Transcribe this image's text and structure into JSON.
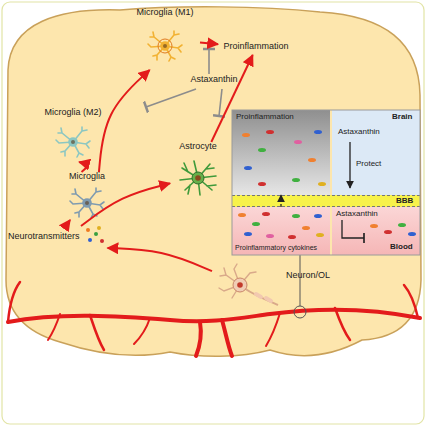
{
  "diagram": {
    "nodes": [
      {
        "text": [
          "Microglia (M1)"
        ]
      },
      {
        "text": [
          "Proinflammation"
        ]
      },
      {
        "text": [
          "Astaxanthin"
        ]
      },
      {
        "text": [
          "Microglia (M2)"
        ]
      },
      {
        "text": [
          "Astrocyte"
        ]
      },
      {
        "text": [
          "Microglia"
        ]
      },
      {
        "text": [
          "Neurotransmitters"
        ]
      },
      {
        "text": [
          "Neuron/OL"
        ]
      },
      {
        "text": [
          "Proinflammation"
        ]
      },
      {
        "text": [
          "Brain",
          "Astaxanthin",
          "Protect"
        ]
      },
      {
        "text": [
          "BBB"
        ]
      },
      {
        "text": [
          "Proinflammatory cytokines"
        ]
      },
      {
        "text": [
          "Astaxanthin",
          "Blood"
        ]
      }
    ],
    "edges": [
      {
        "from": 7,
        "to": 6,
        "arrow": "to"
      },
      {
        "from": 6,
        "to": 5,
        "arrow": "to"
      },
      {
        "from": 6,
        "to": 4,
        "arrow": "to"
      },
      {
        "from": 5,
        "to": 3,
        "arrow": "to"
      },
      {
        "from": 5,
        "to": 0,
        "arrow": "to"
      },
      {
        "from": 0,
        "to": 1,
        "arrow": "to"
      },
      {
        "from": 4,
        "to": 1,
        "arrow": "to"
      },
      {
        "from": 11,
        "to": 8,
        "arrow": "to"
      }
    ]
  }
}
